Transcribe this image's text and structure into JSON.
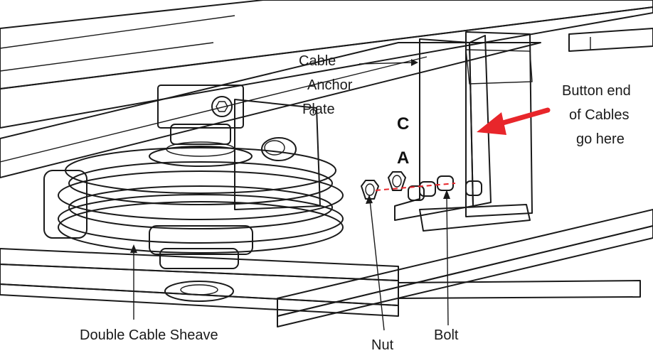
{
  "labels": {
    "cable_anchor_plate": [
      "Cable",
      "Anchor",
      "Plate"
    ],
    "button_end": [
      "Button end",
      "of Cables",
      "go here"
    ],
    "double_cable_sheave": "Double Cable Sheave",
    "nut": "Nut",
    "bolt": "Bolt",
    "letter_c": "C",
    "letter_a": "A"
  },
  "colors": {
    "line": "#1a1a1a",
    "metal_light": "#f4f4f4",
    "metal_mid": "#d9d9d9",
    "metal_dark": "#9a9a9a",
    "arrow_red": "#e8262b",
    "dash_red": "#e8262b"
  }
}
